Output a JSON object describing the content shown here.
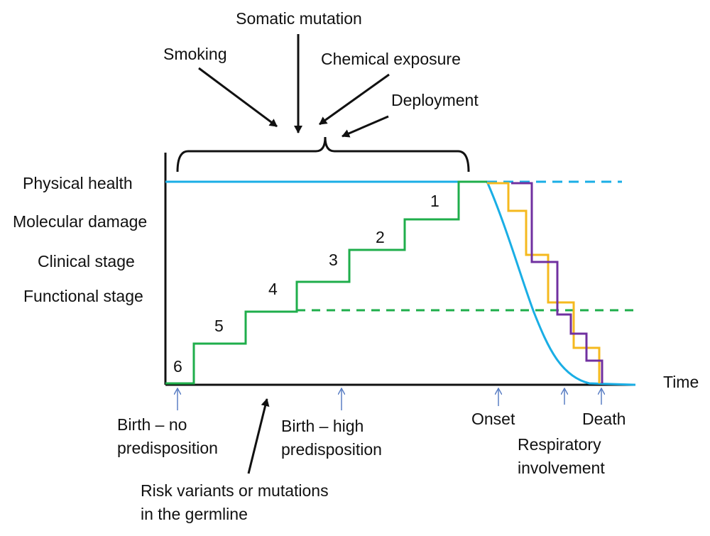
{
  "colors": {
    "physical": "#1aaee5",
    "molecular": "#1fae4b",
    "clinical": "#f5b91e",
    "functional": "#7030a0",
    "axis": "#111111",
    "marker": "#5b7fc4"
  },
  "factors": {
    "somatic": "Somatic mutation",
    "smoking": "Smoking",
    "chemical": "Chemical exposure",
    "deployment": "Deployment"
  },
  "legend": {
    "physical": "Physical health",
    "molecular": "Molecular damage",
    "clinical": "Clinical stage",
    "functional": "Functional stage"
  },
  "steps": [
    "1",
    "2",
    "3",
    "4",
    "5",
    "6"
  ],
  "axis": {
    "x_label": "Time"
  },
  "timeline": {
    "birth_no_line1": "Birth – no",
    "birth_no_line2": "predisposition",
    "birth_high_line1": "Birth – high",
    "birth_high_line2": "predisposition",
    "onset": "Onset",
    "respiratory_line1": "Respiratory",
    "respiratory_line2": "involvement",
    "death": "Death",
    "germline_line1": "Risk variants or mutations",
    "germline_line2": "in the germline"
  }
}
